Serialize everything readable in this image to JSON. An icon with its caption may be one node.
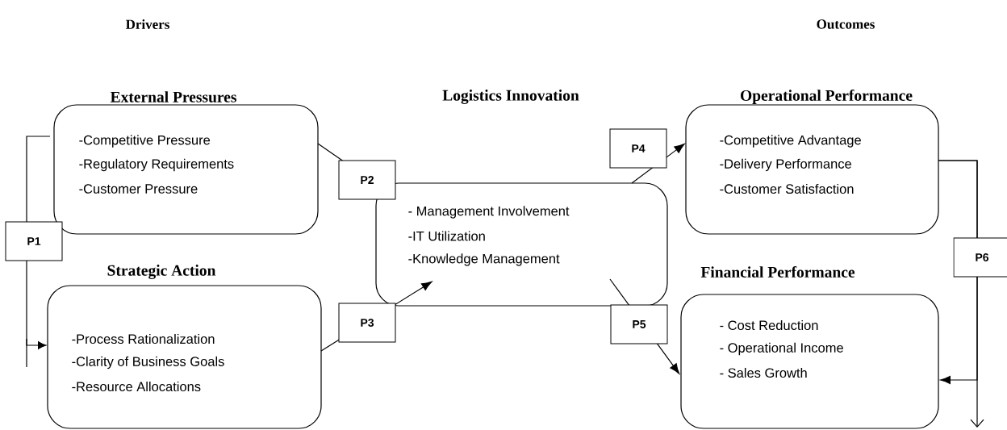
{
  "diagram": {
    "nodes": [
      {
        "text": [
          "External Pressures",
          "-Competitive Pressure",
          "-Regulatory Requirements",
          "-Customer Pressure"
        ]
      },
      {
        "text": [
          "Strategic Action",
          "-Process Rationalization",
          "-Clarity of Business Goals",
          "-Resource Allocations"
        ]
      },
      {
        "text": [
          "- Management Involvement",
          "-IT Utilization",
          "-Knowledge Management"
        ]
      },
      {
        "text": [
          "Operational Performance",
          "-Competitive Advantage",
          "-Delivery Performance",
          "-Customer Satisfaction"
        ]
      },
      {
        "text": [
          "Financial Performance",
          "- Cost Reduction",
          "- Operational Income",
          "-  Sales Growth"
        ]
      }
    ],
    "edges": [
      {
        "from": 0,
        "to": 1,
        "arrow": "to",
        "label": "P1"
      },
      {
        "from": 0,
        "to": 2,
        "arrow": "none",
        "label": "P2"
      },
      {
        "from": 1,
        "to": 2,
        "arrow": "to",
        "label": "P3"
      },
      {
        "from": 2,
        "to": 3,
        "arrow": "to",
        "label": "P4"
      },
      {
        "from": 2,
        "to": 4,
        "arrow": "to",
        "label": "P5"
      },
      {
        "from": 3,
        "to": 4,
        "arrow": "to",
        "label": "P6"
      },
      {
        "from": 3,
        "to": null,
        "arrow": "to"
      }
    ],
    "labels": [
      "Drivers",
      "Outcomes",
      "Logistics Innovation"
    ]
  }
}
